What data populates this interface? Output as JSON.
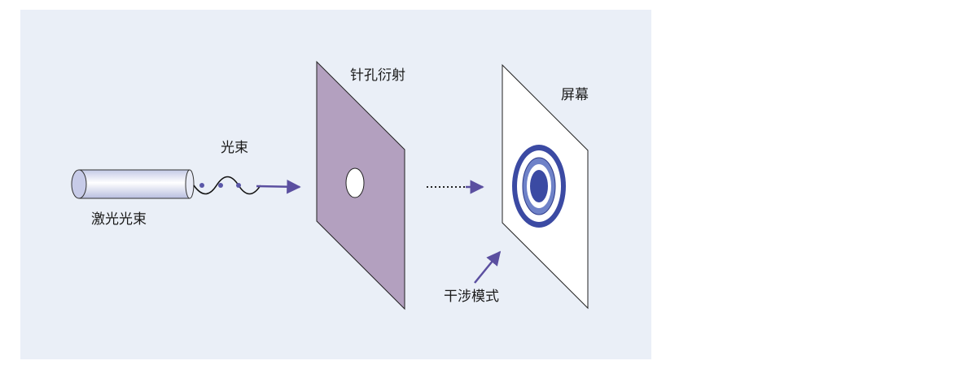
{
  "labels": {
    "laser": "激光光束",
    "beam": "光束",
    "pinhole": "针孔衍射",
    "screen": "屏幕",
    "pattern": "干涉模式"
  },
  "colors": {
    "panel_bg": "#eaeff7",
    "arrow": "#5b4fa0",
    "plate": "#b3a0bf",
    "ring_dark": "#3b4aa3",
    "ring_mid": "#6f82c8"
  }
}
